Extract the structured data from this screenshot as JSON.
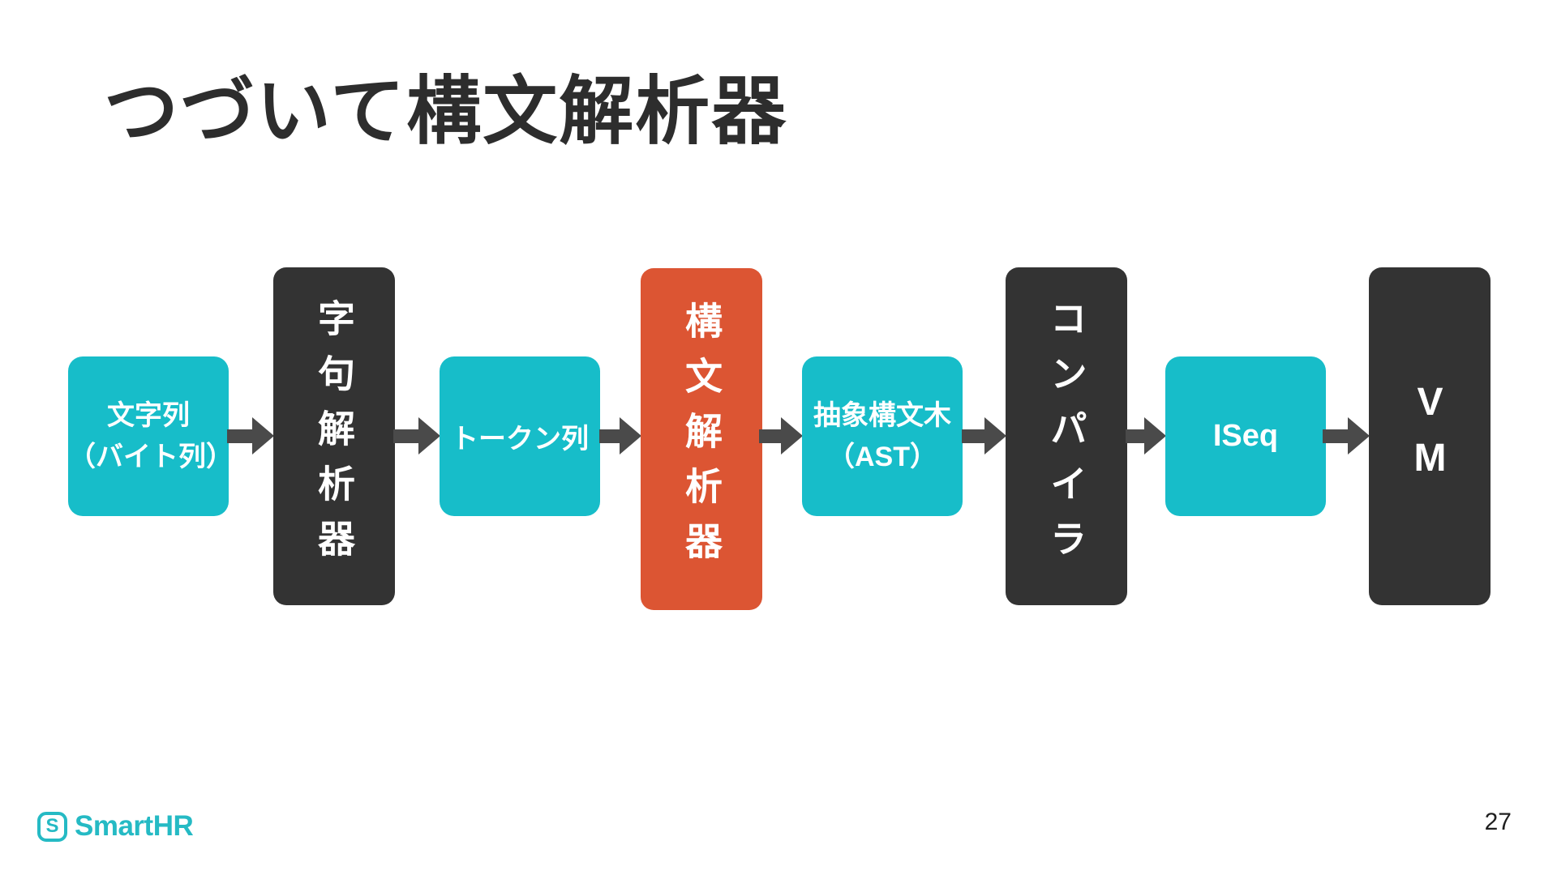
{
  "slide": {
    "title": "つづいて構文解析器",
    "page_number": "27"
  },
  "logo": {
    "mark": "S",
    "text": "SmartHR",
    "color": "#25bac4"
  },
  "diagram": {
    "colors": {
      "data_node": "#17bdc9",
      "process_node": "#333333",
      "highlight_node": "#dc5533",
      "arrow": "#4a4a4a",
      "node_text": "#ffffff"
    },
    "nodes": [
      {
        "label": "文字列（バイト列）",
        "lines": [
          "文字列",
          "（バイト列）"
        ],
        "kind": "data",
        "orientation": "horizontal"
      },
      {
        "label": "字句解析器",
        "kind": "process",
        "orientation": "vertical"
      },
      {
        "label": "トークン列",
        "kind": "data",
        "orientation": "horizontal"
      },
      {
        "label": "構文解析器",
        "kind": "process-highlight",
        "orientation": "vertical"
      },
      {
        "label": "抽象構文木（AST）",
        "lines": [
          "抽象構文木",
          "（AST）"
        ],
        "kind": "data",
        "orientation": "horizontal"
      },
      {
        "label": "コンパイラ",
        "kind": "process",
        "orientation": "vertical"
      },
      {
        "label": "ISeq",
        "kind": "data",
        "orientation": "horizontal"
      },
      {
        "label": "VM",
        "kind": "process",
        "orientation": "vertical"
      }
    ],
    "flow": "文字列（バイト列） → 字句解析器 → トークン列 → 構文解析器 → 抽象構文木（AST） → コンパイラ → ISeq → VM"
  }
}
